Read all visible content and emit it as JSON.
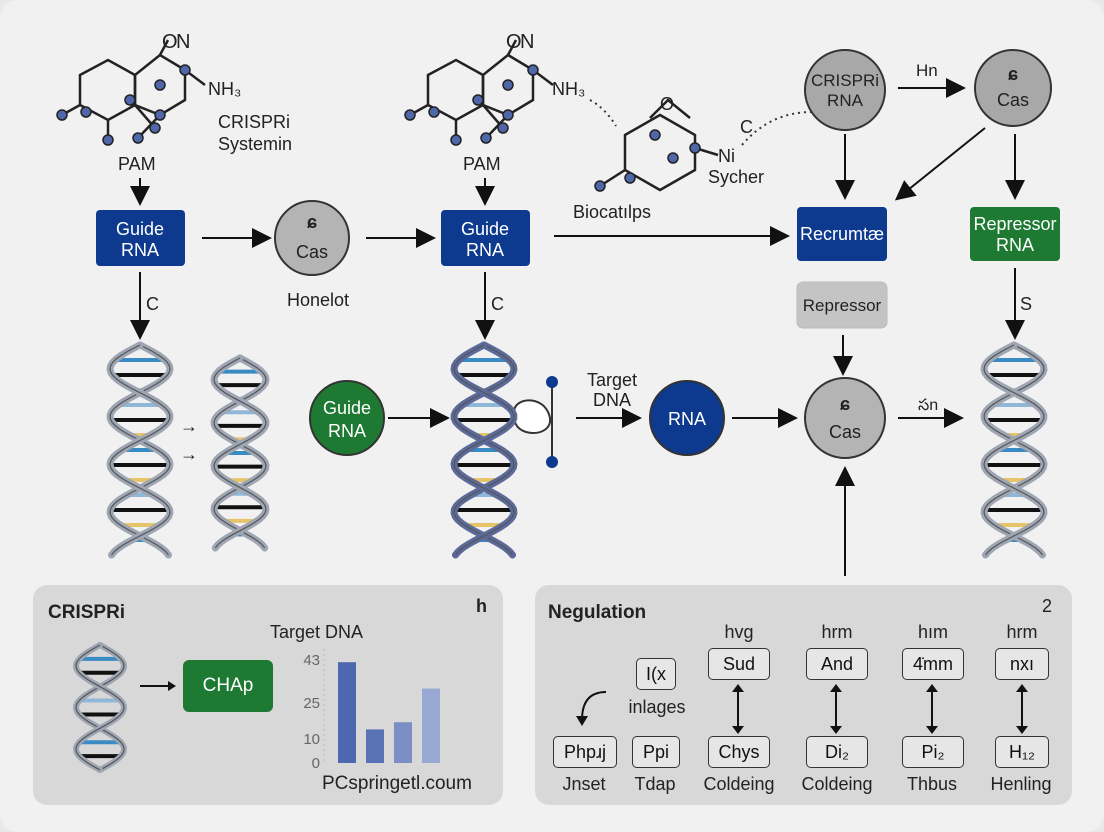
{
  "diagram": {
    "top_left": {
      "molecule_label": "NH₃",
      "molecule_o": "O",
      "molecule_n": "N",
      "system_label_line1": "CRISPRi",
      "system_label_line2": "Systemin",
      "pam_label": "PAM",
      "guide_label_line1": "Guide",
      "guide_label_line2": "RNA",
      "cas_label": "Cas",
      "cas_caption": "Honelot",
      "arrow_label_c": "C"
    },
    "top_middle": {
      "molecule_label": "NH₃",
      "molecule_o": "O",
      "molecule_n": "N",
      "pam_label": "PAM",
      "guide_label_line1": "Guide",
      "guide_label_line2": "RNA",
      "arrow_label_c": "C",
      "biocat_label": "Biocatılps",
      "sycher_label": "Sycher",
      "ni_label": "Ni",
      "c_label": "C",
      "o_label": "O"
    },
    "top_right": {
      "crispri_line1": "CRISPRi",
      "crispri_line2": "RNA",
      "hn_label": "Hn",
      "cas_label": "Cas",
      "recruit_label": "Recrumtæ",
      "repressor_rna_line1": "Repressor",
      "repressor_rna_line2": "RNA",
      "repressor_label": "Repressor",
      "s_label": "S"
    },
    "middle_row": {
      "guide_label_line1": "Guide",
      "guide_label_line2": "RNA",
      "target_line1": "Target",
      "target_line2": "DNA",
      "rna_label": "RNA",
      "cas_label": "Cas",
      "en_label": "సn"
    },
    "colors": {
      "blue": "#0d3a8e",
      "green": "#1e7a33",
      "gray": "#a8a8a8",
      "cas_gray": "#b4b4b4"
    }
  },
  "panel_left": {
    "title": "CRISPRi",
    "corner": "h",
    "chap_label": "CHAp",
    "chart_title": "Target DNA",
    "source": "PCspringetl.coum"
  },
  "chart_data": {
    "type": "bar",
    "title": "Target DNA",
    "yticks": [
      "43",
      "25",
      "10",
      "0"
    ],
    "values": [
      42,
      14,
      17,
      31
    ],
    "ylim": [
      0,
      45
    ],
    "colors": [
      "#4d67b0",
      "#5872b3",
      "#7b8fc6",
      "#97a9d3"
    ]
  },
  "panel_right": {
    "title": "Negulation",
    "corner": "2",
    "columns": [
      {
        "top_caption": "",
        "top_box": "I(x",
        "top_sub": "inlages",
        "bottom_box": "Phpɹj",
        "bottom_caption": "Jnset"
      },
      {
        "top_caption": "",
        "top_box": "",
        "top_sub": "",
        "bottom_box": "Ppi",
        "bottom_caption": "Tdap"
      },
      {
        "top_caption": "hvg",
        "top_box": "Sud",
        "top_sub": "",
        "bottom_box": "Chys",
        "bottom_caption": "Coldeing"
      },
      {
        "top_caption": "hrm",
        "top_box": "And",
        "top_sub": "",
        "bottom_box": "Di₂",
        "bottom_caption": "Coldeing"
      },
      {
        "top_caption": "hım",
        "top_box": "4̇mm",
        "top_sub": "",
        "bottom_box": "Pi₂",
        "bottom_caption": "Thbus"
      },
      {
        "top_caption": "hrm",
        "top_box": "nхı",
        "top_sub": "",
        "bottom_box": "H₁₂",
        "bottom_caption": "Henling"
      }
    ]
  }
}
